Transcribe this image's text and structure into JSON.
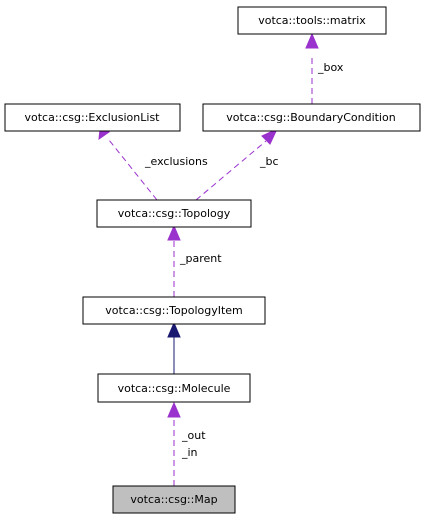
{
  "nodes": {
    "matrix": "votca::tools::matrix",
    "exclusion_list": "votca::csg::ExclusionList",
    "boundary_condition": "votca::csg::BoundaryCondition",
    "topology": "votca::csg::Topology",
    "topology_item": "votca::csg::TopologyItem",
    "molecule": "votca::csg::Molecule",
    "map": "votca::csg::Map"
  },
  "edges": {
    "box": "_box",
    "exclusions": "_exclusions",
    "bc": "_bc",
    "parent": "_parent",
    "out": "_out",
    "in": "_in"
  },
  "colors": {
    "usage_edge": "#9a32cd",
    "inheritance_edge": "#191970",
    "node_border": "#000000",
    "node_fill": "#ffffff",
    "highlight_fill": "#bfbfbf"
  }
}
